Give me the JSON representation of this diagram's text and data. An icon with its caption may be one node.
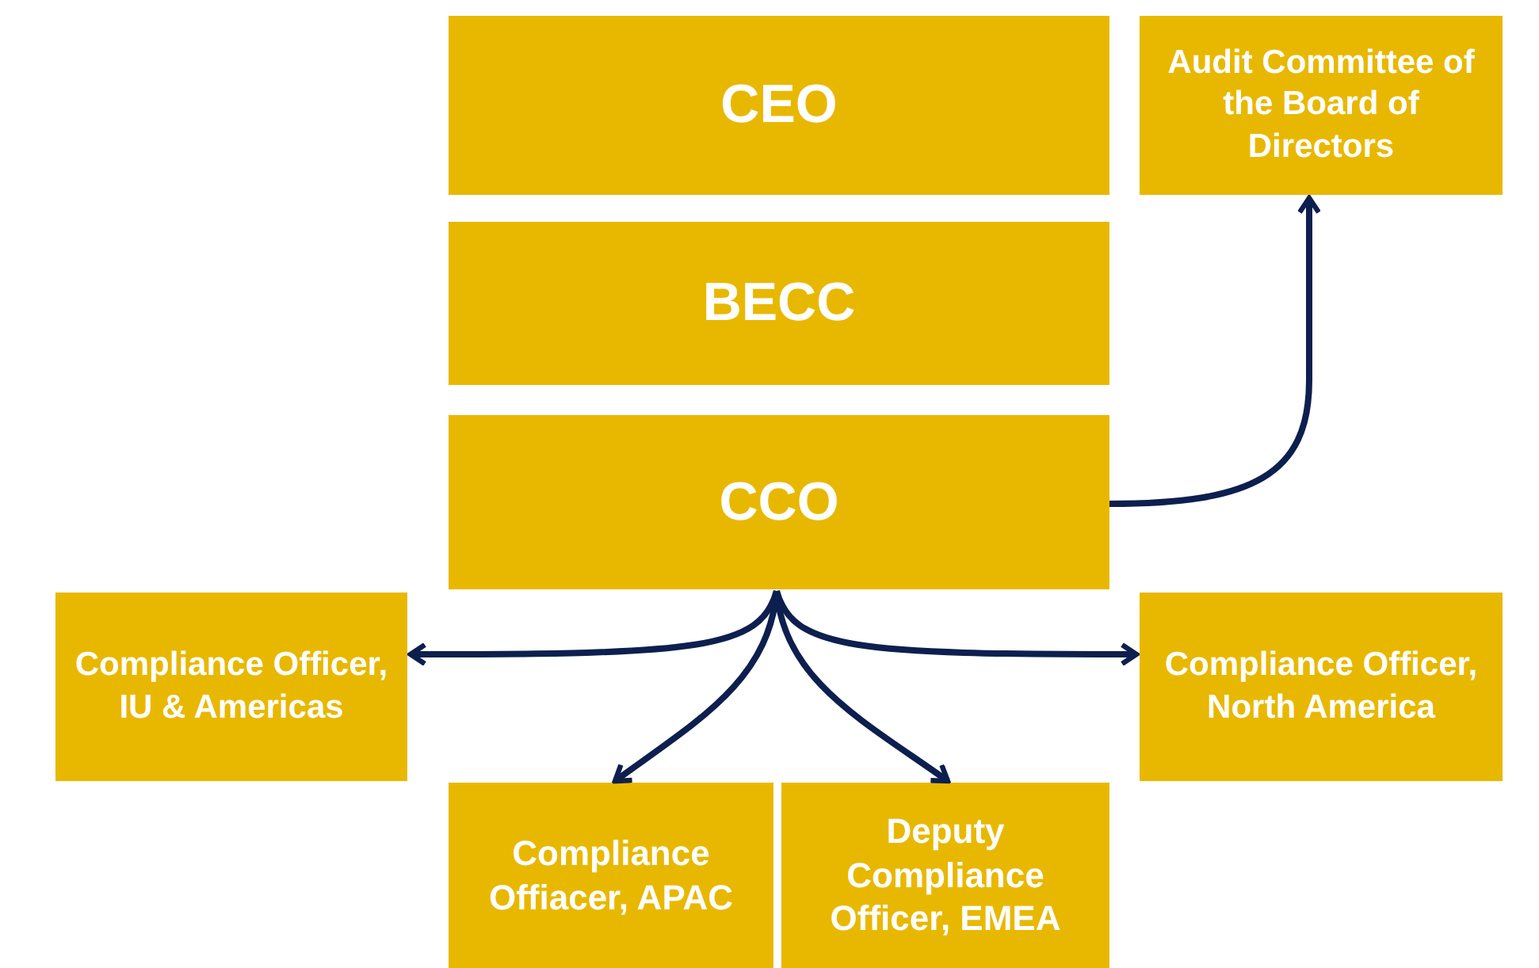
{
  "diagram": {
    "nodes": [
      {
        "text": [
          "CEO"
        ]
      },
      {
        "text": [
          "Audit Committee of the Board of Directors"
        ]
      },
      {
        "text": [
          "BECC"
        ]
      },
      {
        "text": [
          "CCO"
        ]
      },
      {
        "text": [
          "Compliance Officer, IU & Americas"
        ]
      },
      {
        "text": [
          "Compliance Officer, North America"
        ]
      },
      {
        "text": [
          "Compliance Offiacer, APAC"
        ]
      },
      {
        "text": [
          "Deputy Compliance Officer, EMEA"
        ]
      }
    ],
    "edges": [
      {
        "from": 3,
        "to": 1,
        "arrow": "to"
      },
      {
        "from": 3,
        "to": 4,
        "arrow": "to"
      },
      {
        "from": 3,
        "to": 6,
        "arrow": "to"
      },
      {
        "from": 3,
        "to": 7,
        "arrow": "to"
      },
      {
        "from": 3,
        "to": 5,
        "arrow": "to"
      }
    ]
  }
}
